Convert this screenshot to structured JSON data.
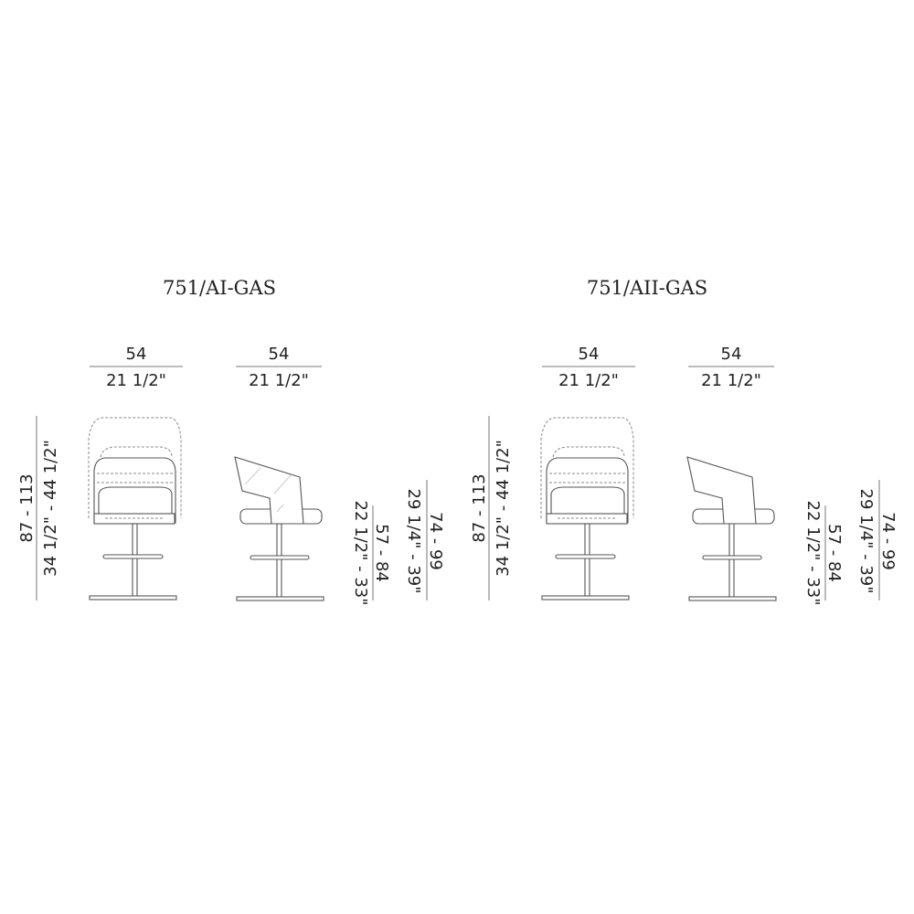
{
  "models": [
    {
      "title": "751/AI-GAS",
      "front_width": {
        "metric": "54",
        "imperial": "21 1/2\""
      },
      "side_width": {
        "metric": "54",
        "imperial": "21 1/2\""
      },
      "total_height": {
        "metric": "87 - 113",
        "imperial": "34 1/2\" - 44 1/2\""
      },
      "seat_height": {
        "metric": "57 - 84",
        "imperial": "22 1/2\" - 33\""
      },
      "arm_height": {
        "metric": "74 - 99",
        "imperial": "29 1/4\" - 39\""
      }
    },
    {
      "title": "751/AII-GAS",
      "front_width": {
        "metric": "54",
        "imperial": "21 1/2\""
      },
      "side_width": {
        "metric": "54",
        "imperial": "21 1/2\""
      },
      "total_height": {
        "metric": "87 - 113",
        "imperial": "34 1/2\" - 44 1/2\""
      },
      "seat_height": {
        "metric": "57 - 84",
        "imperial": "22 1/2\" - 33\""
      },
      "arm_height": {
        "metric": "74 - 99",
        "imperial": "29 1/4\" - 39\""
      }
    }
  ]
}
